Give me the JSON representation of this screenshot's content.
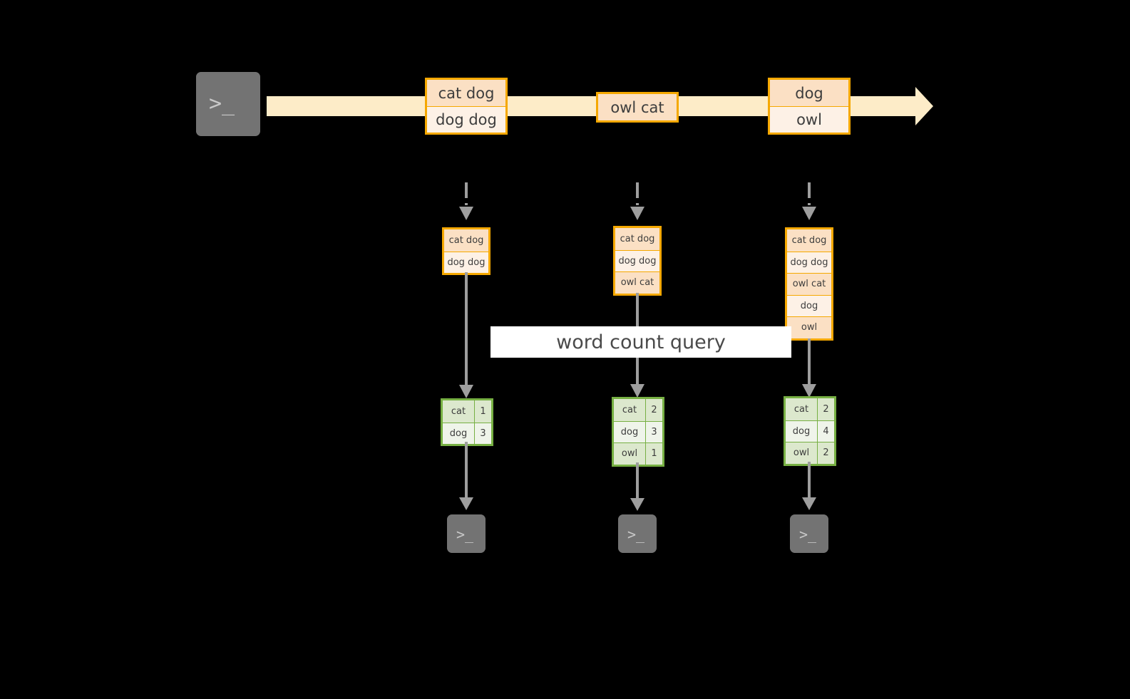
{
  "diagram": {
    "title": "word count query stream diagram",
    "colors": {
      "background": "#000000",
      "stream_fill": "#fdecc8",
      "record_border": "#f5a800",
      "record_cell_dark": "#fbe0c4",
      "record_cell_light": "#fdf1e6",
      "table_border": "#77b043",
      "table_cell_dark": "#dce8cd",
      "table_cell_light": "#eff4ea",
      "connector": "#9e9e9e",
      "terminal_fill": "#737373",
      "label_background": "#ffffff",
      "text": "#3d3d3d"
    },
    "query_label": "word count query",
    "producer_terminal": {
      "icon": "terminal-icon",
      "prompt": ">_"
    },
    "stream": {
      "icon": "stream-arrow-icon",
      "records": [
        {
          "lines": [
            "cat dog",
            "dog dog"
          ]
        },
        {
          "lines": [
            "owl cat"
          ]
        },
        {
          "lines": [
            "dog",
            "owl"
          ]
        }
      ]
    },
    "snapshots": [
      {
        "name": "snapshot-1",
        "input_records": [
          "cat dog",
          "dog dog"
        ],
        "result": {
          "rows": [
            {
              "word": "cat",
              "count": "1"
            },
            {
              "word": "dog",
              "count": "3"
            }
          ]
        },
        "consumer_terminal": {
          "icon": "terminal-icon",
          "prompt": ">_"
        }
      },
      {
        "name": "snapshot-2",
        "input_records": [
          "cat dog",
          "dog dog",
          "owl cat"
        ],
        "result": {
          "rows": [
            {
              "word": "cat",
              "count": "2"
            },
            {
              "word": "dog",
              "count": "3"
            },
            {
              "word": "owl",
              "count": "1"
            }
          ]
        },
        "consumer_terminal": {
          "icon": "terminal-icon",
          "prompt": ">_"
        }
      },
      {
        "name": "snapshot-3",
        "input_records": [
          "cat dog",
          "dog dog",
          "owl cat",
          "dog",
          "owl"
        ],
        "result": {
          "rows": [
            {
              "word": "cat",
              "count": "2"
            },
            {
              "word": "dog",
              "count": "4"
            },
            {
              "word": "owl",
              "count": "2"
            }
          ]
        },
        "consumer_terminal": {
          "icon": "terminal-icon",
          "prompt": ">_"
        }
      }
    ]
  }
}
